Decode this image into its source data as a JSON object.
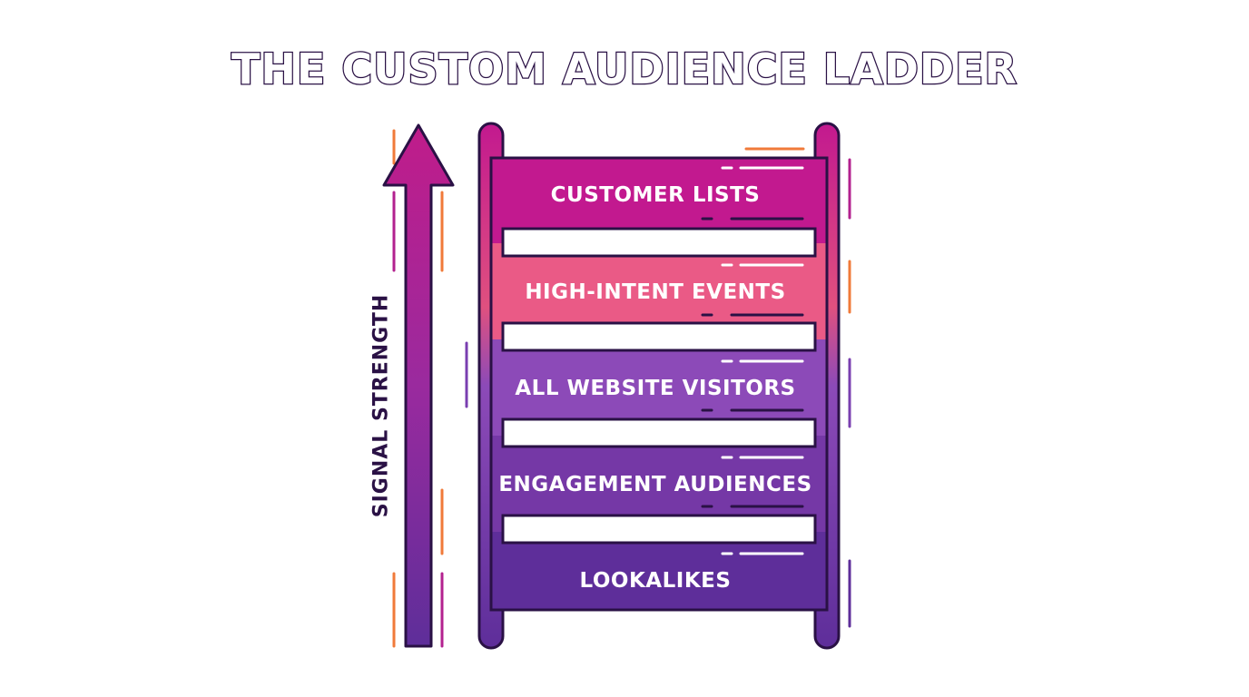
{
  "title": "THE CUSTOM AUDIENCE LADDER",
  "axis": {
    "label": "SIGNAL STRENGTH",
    "direction": "up"
  },
  "rungs": [
    {
      "label": "CUSTOMER LISTS",
      "color": "#c2198f"
    },
    {
      "label": "HIGH-INTENT EVENTS",
      "color": "#ea5a86"
    },
    {
      "label": "ALL WEBSITE VISITORS",
      "color": "#8c4ab8"
    },
    {
      "label": "ENGAGEMENT AUDIENCES",
      "color": "#7538a6"
    },
    {
      "label": "LOOKALIKES",
      "color": "#5e2e9a"
    }
  ],
  "colors": {
    "outline": "#2a1145",
    "accent_orange": "#f07a3a",
    "accent_magenta": "#b3218f",
    "accent_purple": "#7a3fb0"
  }
}
